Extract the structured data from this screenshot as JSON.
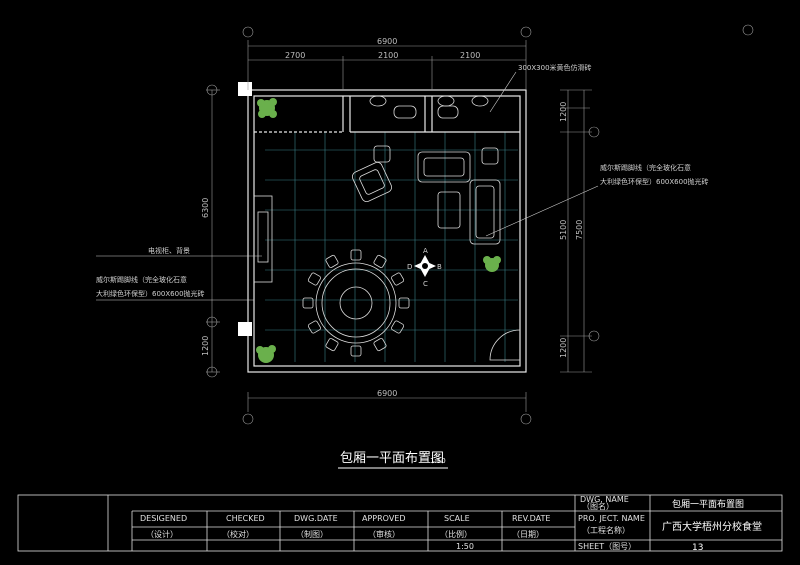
{
  "drawing": {
    "title": "包厢一平面布置图",
    "scale_label": "1:50"
  },
  "dimensions": {
    "top_total": "6900",
    "top_segments": [
      "2700",
      "2100",
      "2100"
    ],
    "bottom_total": "6900",
    "left_upper": "6300",
    "left_lower": "1200",
    "right_segments": [
      "1200",
      "7500",
      "5100",
      "1200"
    ]
  },
  "annotations": {
    "tile_note": "300X300米黄色仿滑砖",
    "right_baseboard_1": "威尔斯踢脚线（完全玻化石意",
    "right_baseboard_2": "大利绿色环保型）600X600抛光砖",
    "tv_wall": "电视柜、背景",
    "left_baseboard_1": "威尔斯踢脚线（完全玻化石意",
    "left_baseboard_2": "大利绿色环保型）600X600抛光砖"
  },
  "compass": {
    "a": "A",
    "b": "B",
    "c": "C",
    "d": "D"
  },
  "title_block": {
    "designed_label": "DESIGENED",
    "designed_cn": "（设计）",
    "checked_label": "CHECKED",
    "checked_cn": "（校对）",
    "dwg_date_label": "DWG.DATE",
    "dwg_date_cn": "（制图）",
    "approved_label": "APPROVED",
    "approved_cn": "（审核）",
    "scale_label": "SCALE",
    "scale_cn": "（比例）",
    "scale_value": "1:50",
    "rev_date_label": "REV.DATE",
    "rev_date_cn": "（日期）",
    "dwg_name_label": "DWG. NAME",
    "dwg_name_cn": "（图名）",
    "dwg_name_value": "包厢一平面布置图",
    "project_label": "PRO. JECT. NAME",
    "project_cn": "（工程名称）",
    "project_value": "广西大学梧州分校食堂",
    "sheet_label": "SHEET（图号）",
    "sheet_value": "13"
  }
}
